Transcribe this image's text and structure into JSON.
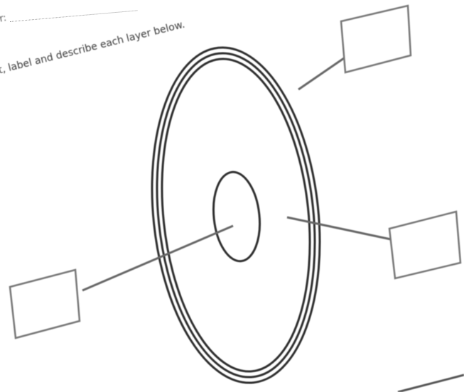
{
  "worksheet": {
    "header_fragment": "r:",
    "instruction": "t, label and describe each layer below."
  },
  "diagram": {
    "layers": [
      "outer-layer",
      "middle-layer",
      "inner-core"
    ],
    "label_boxes": [
      {
        "id": "top-right",
        "text": ""
      },
      {
        "id": "right",
        "text": ""
      },
      {
        "id": "left",
        "text": ""
      }
    ],
    "stroke_color": "#333333",
    "box_color": "#777777"
  }
}
